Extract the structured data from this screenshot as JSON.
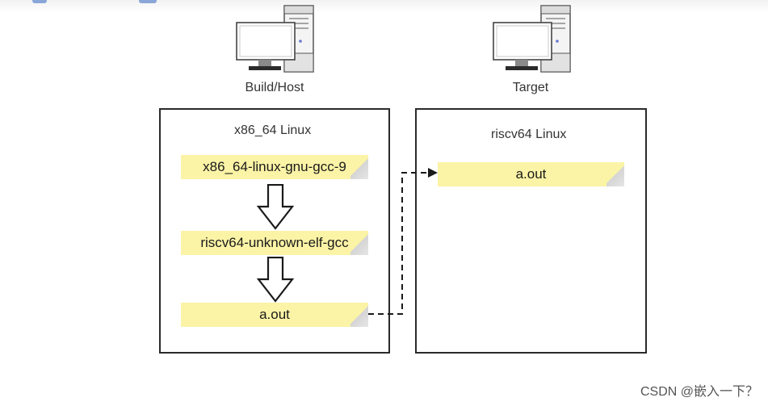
{
  "diagram": {
    "host_caption": "Build/Host",
    "target_caption": "Target",
    "host_panel": {
      "title": "x86_64 Linux",
      "steps": [
        {
          "label": "x86_64-linux-gnu-gcc-9"
        },
        {
          "label": "riscv64-unknown-elf-gcc"
        },
        {
          "label": "a.out"
        }
      ]
    },
    "target_panel": {
      "title": "riscv64 Linux",
      "steps": [
        {
          "label": "a.out"
        }
      ]
    }
  },
  "watermark": "CSDN @嵌入一下？",
  "colors": {
    "note_fill": "#fbf3a6",
    "border": "#2a2a2a",
    "arrow": "#1a1a1a"
  },
  "icons": {
    "host_computer": "desktop-computer-icon",
    "target_computer": "desktop-computer-icon"
  }
}
